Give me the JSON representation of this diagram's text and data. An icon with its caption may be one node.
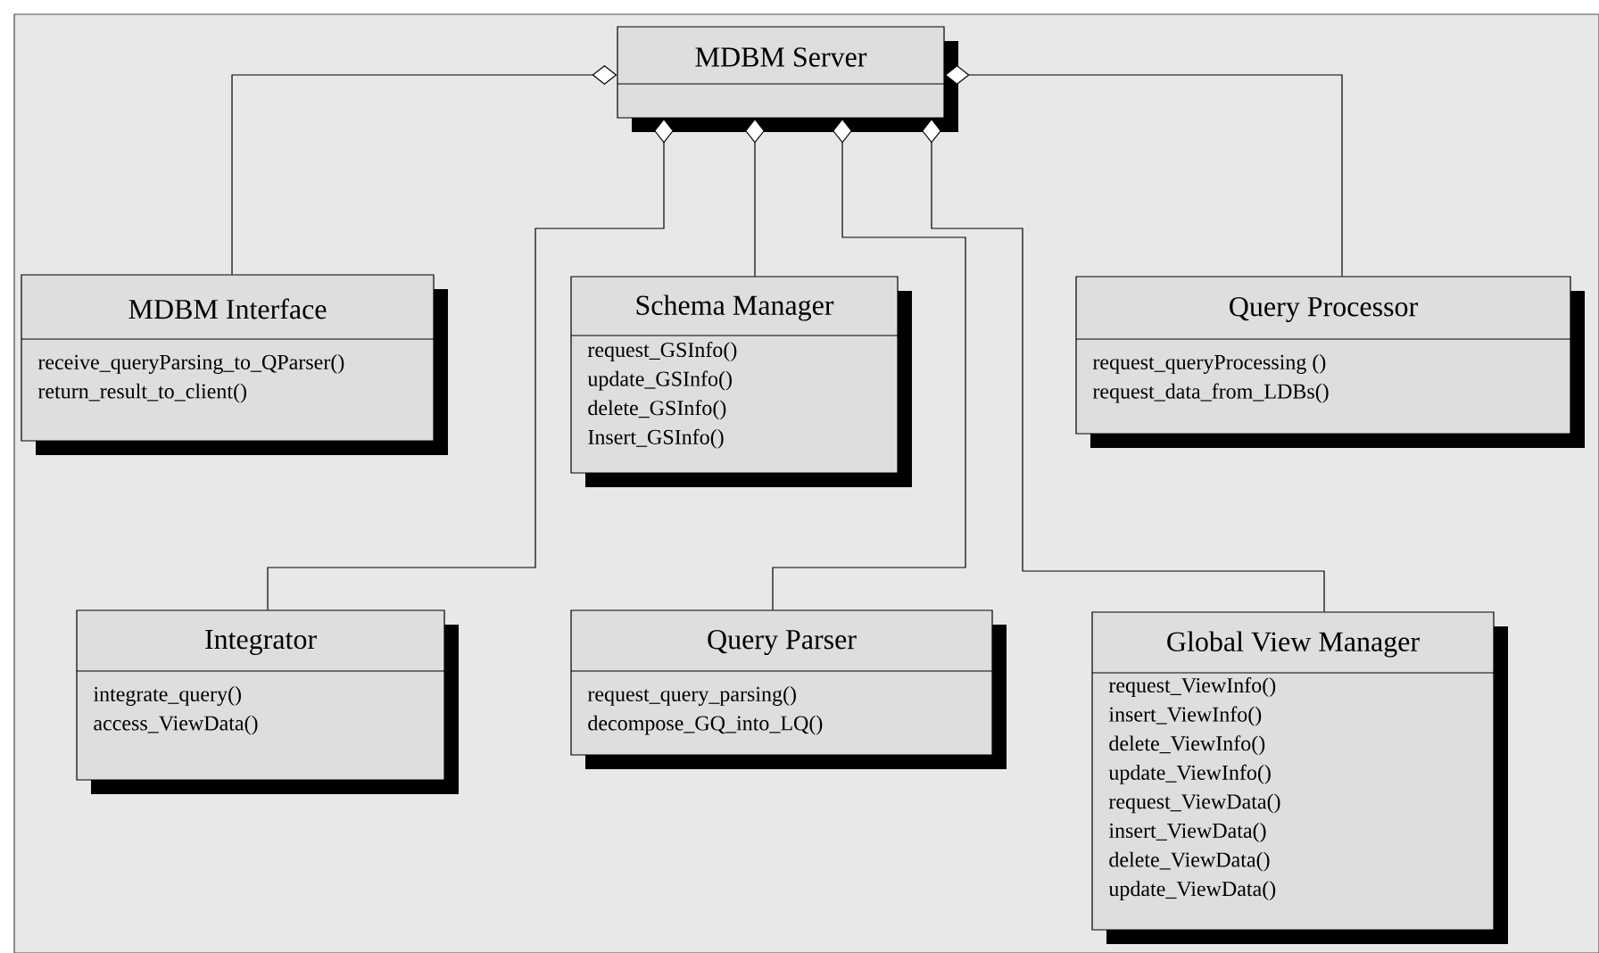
{
  "diagram": {
    "nodes": [
      {
        "text": [
          "MDBM Server"
        ]
      },
      {
        "text": [
          "MDBM Interface",
          "receive_queryParsing_to_QParser()",
          "return_result_to_client()"
        ]
      },
      {
        "text": [
          "Schema Manager",
          "request_GSInfo()",
          "update_GSInfo()",
          "delete_GSInfo()",
          "Insert_GSInfo()"
        ]
      },
      {
        "text": [
          "Query Processor",
          "request_queryProcessing ()",
          "request_data_from_LDBs()"
        ]
      },
      {
        "text": [
          "Integrator",
          "integrate_query()",
          "access_ViewData()"
        ]
      },
      {
        "text": [
          "Query Parser",
          "request_query_parsing()",
          "decompose_GQ_into_LQ()"
        ]
      },
      {
        "text": [
          "Global View Manager",
          "request_ViewInfo()",
          "insert_ViewInfo()",
          "delete_ViewInfo()",
          "update_ViewInfo()",
          "request_ViewData()",
          "insert_ViewData()",
          "delete_ViewData()",
          "update_ViewData()"
        ]
      }
    ],
    "edges": [
      {
        "from": 0,
        "to": 1,
        "arrow": "other"
      },
      {
        "from": 0,
        "to": 4,
        "arrow": "other"
      },
      {
        "from": 0,
        "to": 2,
        "arrow": "other"
      },
      {
        "from": 0,
        "to": 5,
        "arrow": "other"
      },
      {
        "from": 0,
        "to": 6,
        "arrow": "other"
      },
      {
        "from": 0,
        "to": 3,
        "arrow": "other"
      }
    ]
  }
}
